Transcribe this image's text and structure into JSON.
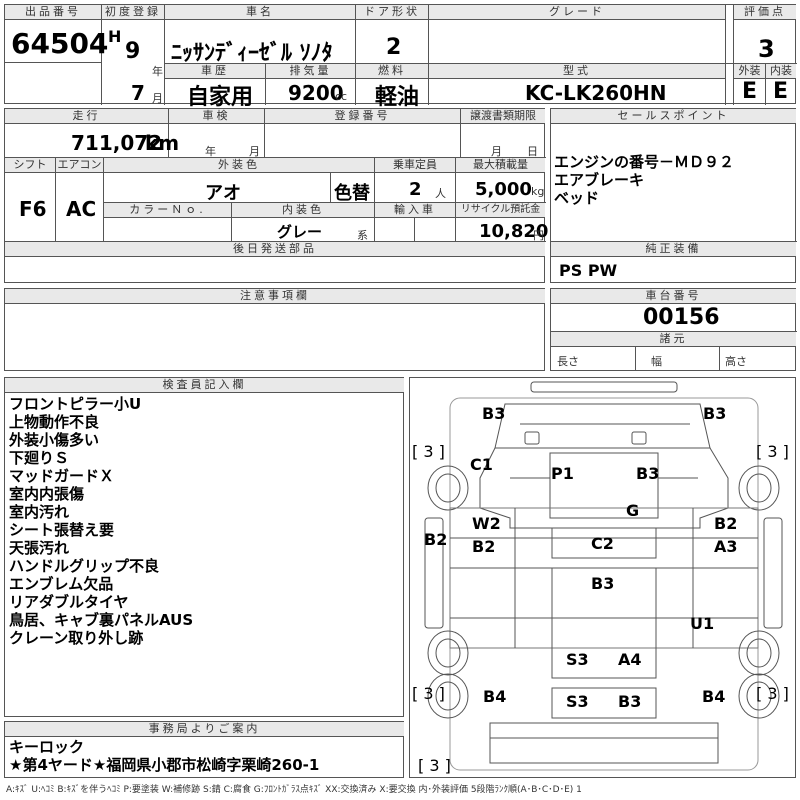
{
  "labels": {
    "lot": "出品番号",
    "first_reg": "初度登録",
    "car_name": "車名",
    "door": "ドア形状",
    "grade": "グレード",
    "score": "評価点",
    "history": "車歴",
    "displacement": "排気量",
    "fuel": "燃料",
    "model": "型式",
    "exterior": "外装",
    "interior": "内装",
    "mileage": "走行",
    "inspection": "車検",
    "reg_no": "登録番号",
    "transfer": "譲渡書類期限",
    "sales_point": "セールスポイント",
    "shift": "シフト",
    "aircon": "エアコン",
    "ext_color": "外装色",
    "capacity": "乗車定員",
    "max_load": "最大積載量",
    "color_no": "カラーＮｏ.",
    "int_color": "内装色",
    "import": "輸入車",
    "recycle": "リサイクル預託金",
    "later_parts": "後日発送部品",
    "genuine": "純正装備",
    "notes": "注意事項欄",
    "chassis": "車台番号",
    "specs": "諸元",
    "length": "長さ",
    "width": "幅",
    "height": "高さ",
    "inspector": "検査員記入欄",
    "office": "事務局よりご案内"
  },
  "units": {
    "year": "年",
    "month": "月",
    "cc": "cc",
    "km": "km",
    "people": "人",
    "kg": "kg",
    "yen": "円",
    "kei": "系",
    "h": "H"
  },
  "car": {
    "lot_no": "64504",
    "reg_year": "9",
    "reg_month": "7",
    "name": "ﾆｯｻﾝﾃﾞｨｰｾﾞﾙ ｿﾉﾀ",
    "doors": "2",
    "grade": "",
    "score": "3",
    "history": "自家用",
    "displacement": "9200",
    "fuel": "軽油",
    "model": "KC-LK260HN",
    "exterior_score": "E",
    "interior_score": "E",
    "mileage": "711,072",
    "inspection_year": "年",
    "inspection_month": "月",
    "transfer_month": "月",
    "transfer_day": "日",
    "shift": "F6",
    "aircon": "AC",
    "ext_color": "アオ",
    "color_change": "色替",
    "capacity": "2",
    "max_load": "5,000",
    "int_color": "グレー",
    "recycle_fee": "10,820",
    "chassis_no": "00156"
  },
  "sales_points": [
    "エンジンの番号－ＭＤ９２",
    "エアブレーキ",
    "ベッド"
  ],
  "genuine_equipment": "PS PW",
  "inspector_notes": [
    "フロントピラー小U",
    "上物動作不良",
    "外装小傷多い",
    "下廻りＳ",
    "マッドガードＸ",
    "室内内張傷",
    "室内汚れ",
    "シート張替え要",
    "天張汚れ",
    "ハンドルグリップ不良",
    "エンブレム欠品",
    "リアダブルタイヤ",
    "鳥居、キャブ裏パネルAUS",
    "クレーン取り外し跡"
  ],
  "office_notes": [
    "キーロック",
    "★第4ヤード★福岡県小郡市松崎字栗崎260-1"
  ],
  "diagram_marks": {
    "fl": "B3",
    "fr": "B3",
    "c1": "C1",
    "p1": "P1",
    "b3c": "B3",
    "g": "G",
    "w2": "W2",
    "b2l": "B2",
    "b2a": "B2",
    "c2": "C2",
    "b2r": "B2",
    "a3": "A3",
    "b3m": "B3",
    "u1": "U1",
    "s3a": "S3",
    "a4": "A4",
    "b4l": "B4",
    "s3b": "S3",
    "b3b": "B3",
    "b4r": "B4",
    "tire1": "[ 3 ]",
    "tire2": "[ 3 ]",
    "tire3": "[ 3 ]",
    "tire4": "[ 3 ]",
    "tire5": "[ 3 ]"
  },
  "legend": "A:ｷｽﾞ U:ﾍｺﾐ B:ｷｽﾞを伴うﾍｺﾐ P:要塗装 W:補修跡 S:錆 C:腐食 G:ﾌﾛﾝﾄｶﾞﾗｽ点ｷｽﾞ XX:交換済み X:要交換 内･外装評価 5段階ﾗﾝｸ順(A･B･C･D･E) 1"
}
